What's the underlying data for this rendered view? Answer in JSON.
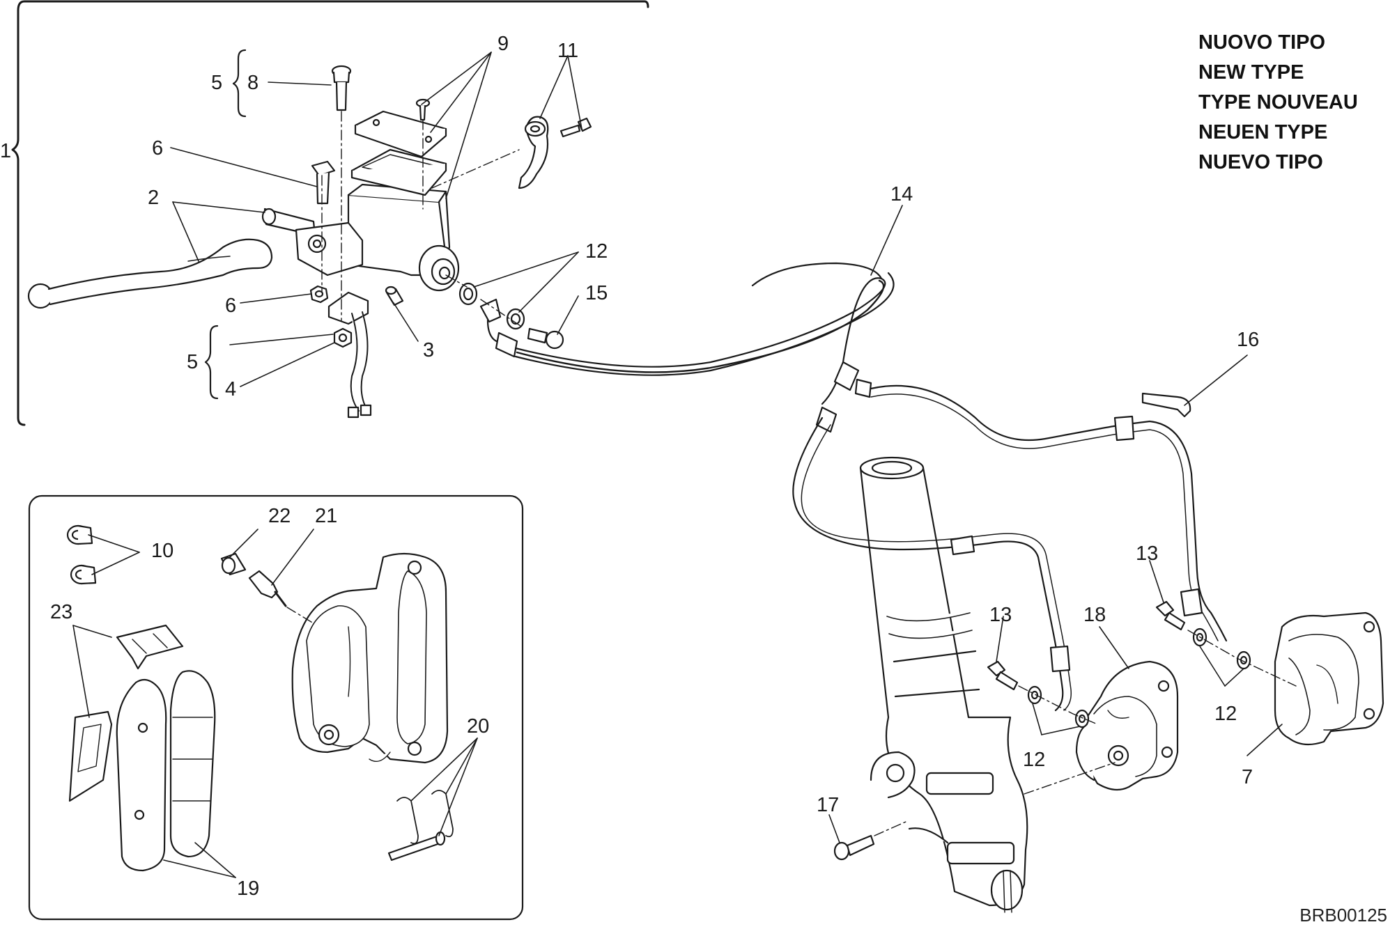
{
  "header": {
    "type_labels": [
      "NUOVO TIPO",
      "NEW TYPE",
      "TYPE NOUVEAU",
      "NEUEN TYPE",
      "NUEVO TIPO"
    ]
  },
  "footer": {
    "drawing_code": "BRB00125"
  },
  "callouts": {
    "c1": "1",
    "c2": "2",
    "c3": "3",
    "c4": "4",
    "c5a": "5",
    "c5b": "5",
    "c6a": "6",
    "c6b": "6",
    "c7": "7",
    "c8": "8",
    "c9": "9",
    "c10": "10",
    "c11": "11",
    "c12a": "12",
    "c12b": "12",
    "c12c": "12",
    "c13a": "13",
    "c13b": "13",
    "c14": "14",
    "c15": "15",
    "c16": "16",
    "c17": "17",
    "c18": "18",
    "c19": "19",
    "c20": "20",
    "c21": "21",
    "c22": "22",
    "c23": "23"
  },
  "colors": {
    "ink": "#1a1a1a",
    "background": "#ffffff",
    "part_fill": "#ffffff",
    "shade": "#d9d9d9"
  }
}
